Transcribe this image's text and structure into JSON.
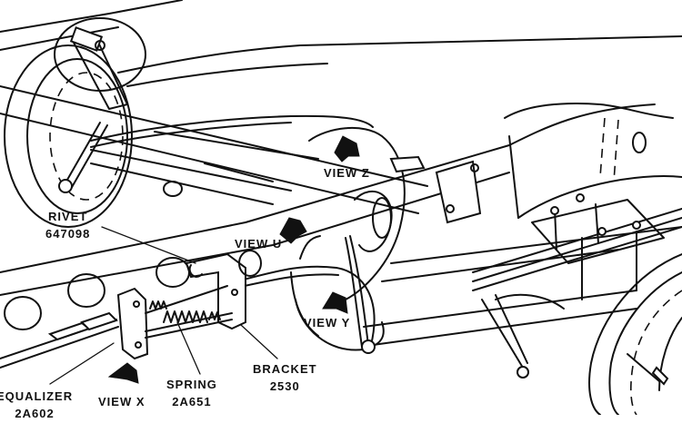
{
  "diagram": {
    "type": "parking brake cable and equalizer assembly (exploded/perspective line drawing)",
    "callouts": [
      {
        "id": "rivet",
        "name": "RIVET",
        "part_number": "647098"
      },
      {
        "id": "equalizer",
        "name": "EQUALIZER",
        "part_number": "2A602"
      },
      {
        "id": "spring",
        "name": "SPRING",
        "part_number": "2A651"
      },
      {
        "id": "bracket",
        "name": "BRACKET",
        "part_number": "2530"
      }
    ],
    "view_markers": [
      {
        "id": "view-x",
        "label": "VIEW X"
      },
      {
        "id": "view-u",
        "label": "VIEW U"
      },
      {
        "id": "view-y",
        "label": "VIEW Y"
      },
      {
        "id": "view-z",
        "label": "VIEW Z"
      }
    ],
    "colors": {
      "ink": "#111111",
      "paper": "#ffffff"
    }
  }
}
